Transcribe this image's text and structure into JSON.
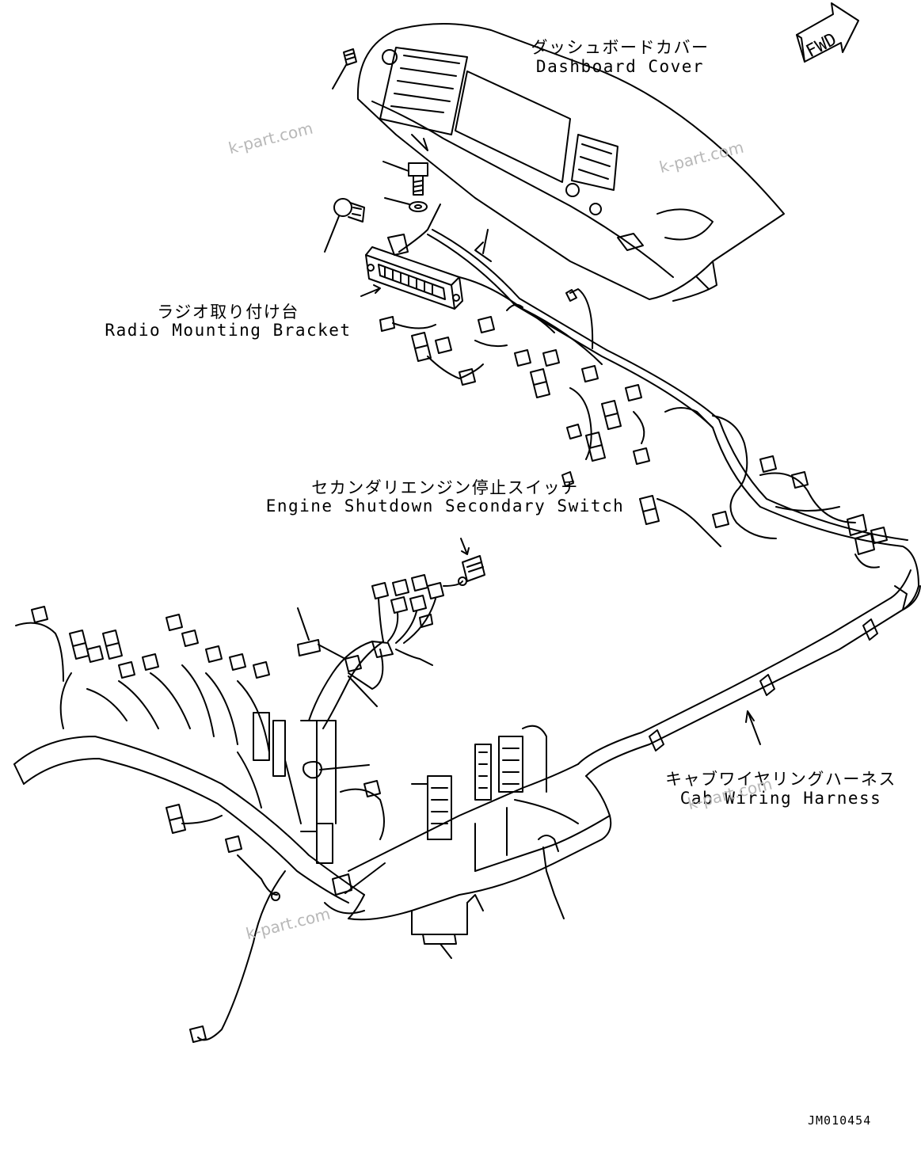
{
  "fwd_label": "FWD",
  "labels": {
    "dashboard_cover_jp": "ダッシュボードカバー",
    "dashboard_cover_en": "Dashboard Cover",
    "radio_bracket_jp": "ラジオ取り付け台",
    "radio_bracket_en": "Radio Mounting Bracket",
    "shutdown_switch_jp": "セカンダリエンジン停止スイッチ",
    "shutdown_switch_en": "Engine Shutdown Secondary Switch",
    "cab_harness_jp": "キャブワイヤリングハーネス",
    "cab_harness_en": "Cab Wiring Harness"
  },
  "watermarks": [
    "k-part.com",
    "k-part.com",
    "k-part.com",
    "k-part.com"
  ],
  "drawing_code": "JM010454",
  "colors": {
    "line": "#000000",
    "watermark": "#b8b8b8",
    "background": "#ffffff"
  }
}
